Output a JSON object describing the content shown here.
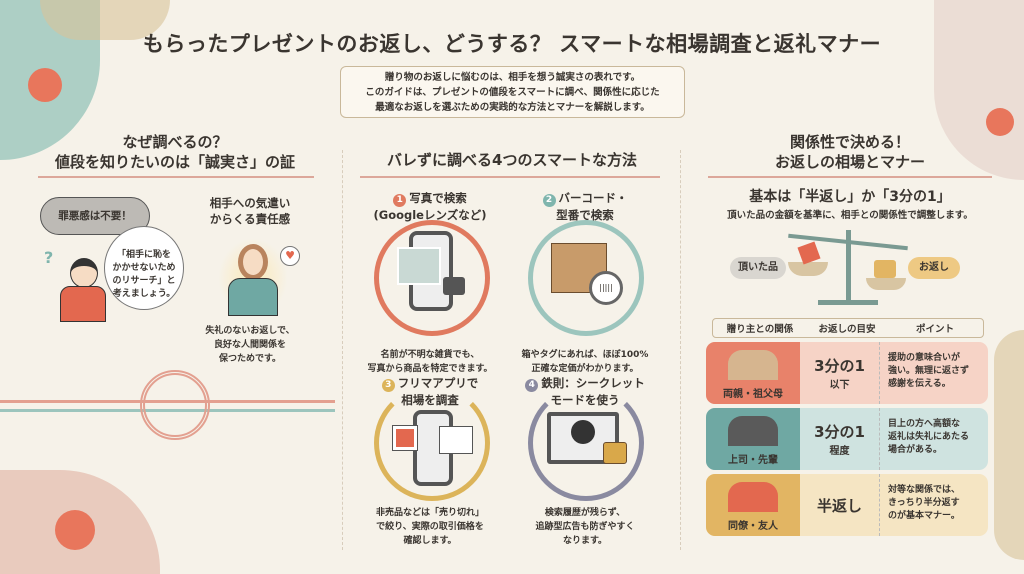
{
  "title": "もらったプレゼントのお返し、どうする？ スマートな相場調査と返礼マナー",
  "intro": [
    "贈り物のお返しに悩むのは、相手を想う誠実さの表れです。",
    "このガイドは、プレゼントの値段をスマートに調べ、関係性に応じた",
    "最適なお返しを選ぶための実践的な方法とマナーを解説します。"
  ],
  "left": {
    "heading": [
      "なぜ調べるの？",
      "値段を知りたいのは「誠実さ」の証"
    ],
    "cloud": "罪悪感は不要！",
    "bubble": [
      "「相手に恥を",
      "かかせないため",
      "のリサーチ」と",
      "考えましょう。"
    ],
    "right_title": [
      "相手への気遣い",
      "からくる責任感"
    ],
    "right_desc": [
      "失礼のないお返しで、",
      "良好な人間関係を",
      "保つためです。"
    ]
  },
  "middle": {
    "heading": "バレずに調べる4つのスマートな方法",
    "methods": [
      {
        "num": "1",
        "title": [
          "写真で検索",
          "(Googleレンズなど)"
        ],
        "desc": [
          "名前が不明な雑貨でも、",
          "写真から商品を特定できます。"
        ],
        "color": "#e07a5f"
      },
      {
        "num": "2",
        "title": [
          "バーコード・",
          "型番で検索"
        ],
        "desc": [
          "箱やタグにあれば、ほぼ100%",
          "正確な定価がわかります。"
        ],
        "color": "#7fb5ad"
      },
      {
        "num": "3",
        "title": [
          "フリマアプリで",
          "相場を調査"
        ],
        "desc": [
          "非売品などは「売り切れ」",
          "で絞り、実際の取引価格を",
          "確認します。"
        ],
        "color": "#dcb45a"
      },
      {
        "num": "4",
        "title": [
          "鉄則：シークレット",
          "モードを使う"
        ],
        "desc": [
          "検索履歴が残らず、",
          "追跡型広告も防ぎやすく",
          "なります。"
        ],
        "color": "#8a8aa0"
      }
    ]
  },
  "right": {
    "heading": [
      "関係性で決める！",
      "お返しの相場とマナー"
    ],
    "basic": "基本は「半返し」か「3分の1」",
    "basic_desc": "頂いた品の金額を基準に、相手との関係性で調整します。",
    "scale_left": "頂いた品",
    "scale_right": "お返し",
    "table_headers": [
      "贈り主との関係",
      "お返しの目安",
      "ポイント"
    ],
    "rows": [
      {
        "who": "両親・祖父母",
        "amount": "3分の1",
        "sub": "以下",
        "point": [
          "援助の意味合いが",
          "強い。無理に返さず",
          "感謝を伝える。"
        ],
        "color": "#e8826a",
        "bg": "#f6d3c6"
      },
      {
        "who": "上司・先輩",
        "amount": "3分の1",
        "sub": "程度",
        "point": [
          "目上の方へ高額な",
          "返礼は失礼にあたる",
          "場合がある。"
        ],
        "color": "#6fa8a3",
        "bg": "#cfe3e0"
      },
      {
        "who": "同僚・友人",
        "amount": "半返し",
        "sub": "",
        "point": [
          "対等な関係では、",
          "きっちり半分返す",
          "のが基本マナー。"
        ],
        "color": "#e2b563",
        "bg": "#f5e5c3"
      }
    ]
  }
}
